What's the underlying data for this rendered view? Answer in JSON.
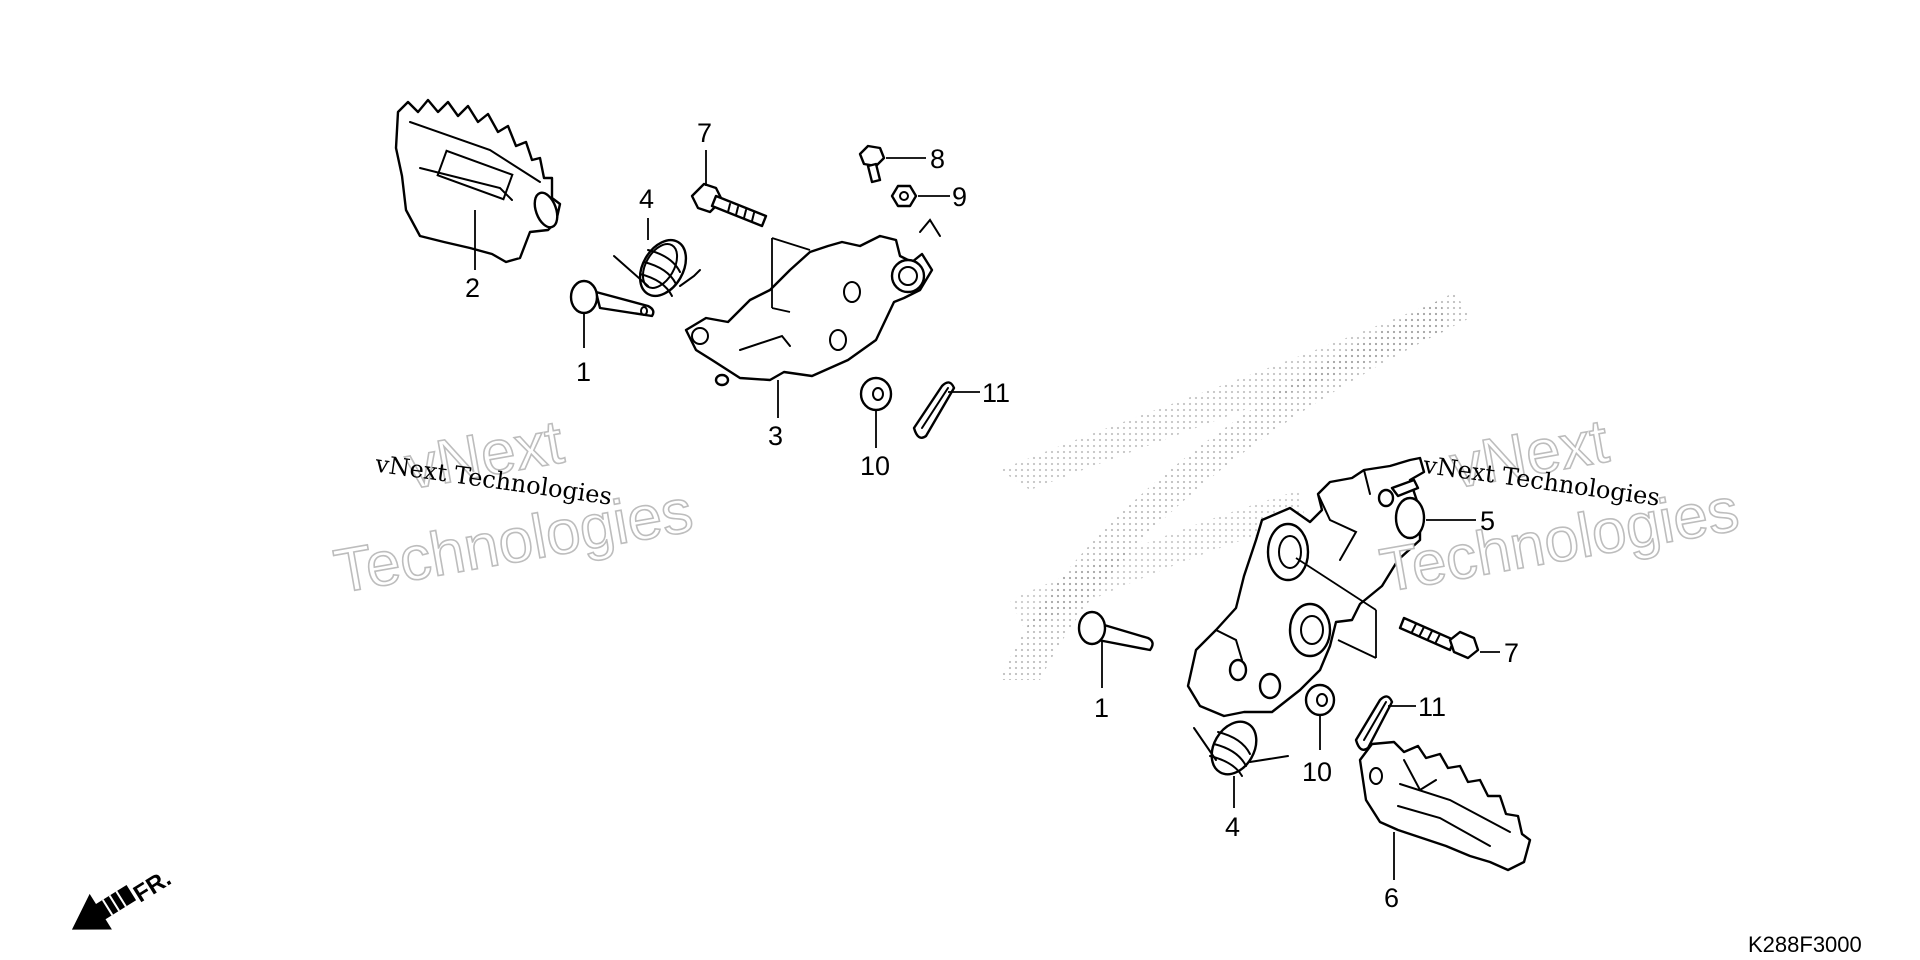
{
  "callouts": {
    "left": {
      "n1": "1",
      "n2": "2",
      "n3": "3",
      "n4": "4",
      "n7": "7",
      "n8": "8",
      "n9": "9",
      "n10": "10",
      "n11": "11"
    },
    "right": {
      "n1": "1",
      "n4": "4",
      "n5": "5",
      "n6": "6",
      "n7": "7",
      "n10": "10",
      "n11": "11"
    }
  },
  "watermark": {
    "line1": "vNext",
    "line2": "Technologies",
    "mono": "vNext Technologies"
  },
  "direction": {
    "label": "FR."
  },
  "diagram_code": "K288F3000",
  "icons": {
    "direction": "front-arrow-icon",
    "logo": "wing-logo-icon"
  }
}
